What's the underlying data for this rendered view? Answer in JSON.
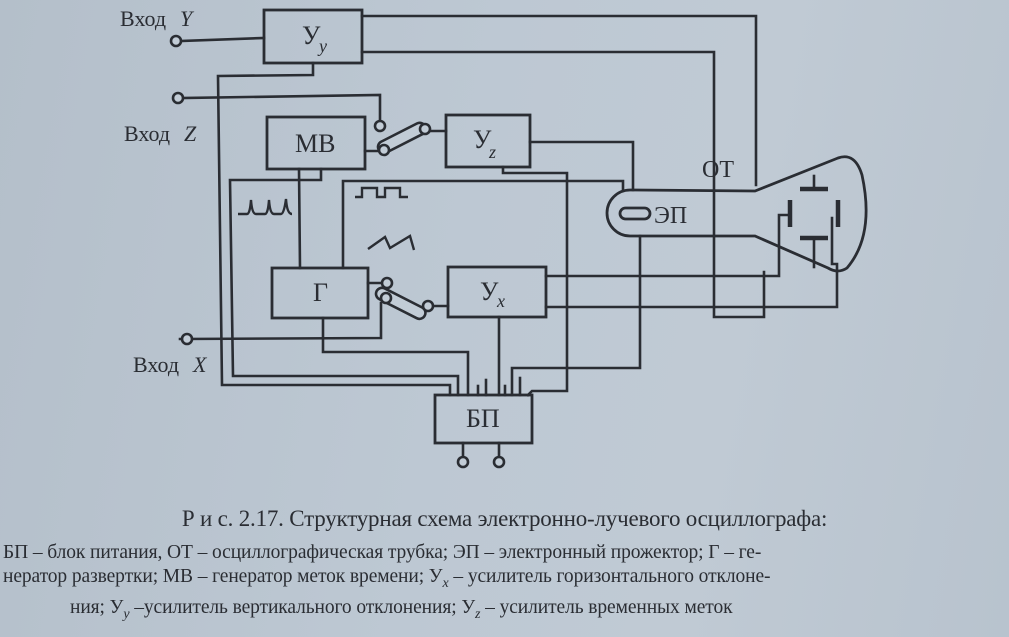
{
  "figure": {
    "blocks": {
      "uy": {
        "label": "У",
        "subscript": "y"
      },
      "mv": {
        "label": "МВ"
      },
      "uz": {
        "label": "У",
        "subscript": "z"
      },
      "g": {
        "label": "Г"
      },
      "ux": {
        "label": "У",
        "subscript": "x"
      },
      "bp": {
        "label": "БП"
      }
    },
    "tube": {
      "label": "ОТ",
      "gun_label": "ЭП"
    },
    "inputs": {
      "y": {
        "prefix": "Вход",
        "axis": "Y"
      },
      "z": {
        "prefix": "Вход",
        "axis": "Z"
      },
      "x": {
        "prefix": "Вход",
        "axis": "X"
      }
    },
    "waveforms": [
      "time-mark-pulses",
      "rectangular-pulses",
      "sawtooth-sweep"
    ]
  },
  "caption": {
    "title": "Р и с. 2.17. Структурная схема электронно-лучевого осциллографа:",
    "legend": {
      "line1": "БП – блок питания, ОТ – осциллографическая трубка; ЭП – электронный прожектор; Г – ге-",
      "line2_a": "нератор развертки; МВ – генератор меток времени; У",
      "line2_sub": "x",
      "line2_b": " – усилитель горизонтального отклоне-",
      "line3_a": "ния; У",
      "line3_sub1": "y",
      "line3_b": " –усилитель вертикального отклонения; У",
      "line3_sub2": "z",
      "line3_c": " – усилитель временных меток"
    }
  }
}
